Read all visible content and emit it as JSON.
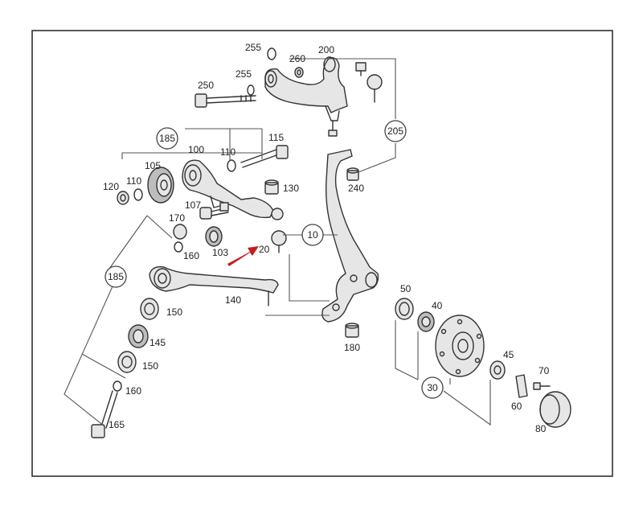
{
  "labels": [
    {
      "id": "255a",
      "text": "255"
    },
    {
      "id": "200",
      "text": "200"
    },
    {
      "id": "260",
      "text": "260"
    },
    {
      "id": "250",
      "text": "250"
    },
    {
      "id": "255b",
      "text": "255"
    },
    {
      "id": "115",
      "text": "115"
    },
    {
      "id": "100",
      "text": "100"
    },
    {
      "id": "110a",
      "text": "110"
    },
    {
      "id": "105",
      "text": "105"
    },
    {
      "id": "120",
      "text": "120"
    },
    {
      "id": "110b",
      "text": "110"
    },
    {
      "id": "130",
      "text": "130"
    },
    {
      "id": "240",
      "text": "240"
    },
    {
      "id": "107",
      "text": "107"
    },
    {
      "id": "170",
      "text": "170"
    },
    {
      "id": "160a",
      "text": "160"
    },
    {
      "id": "103",
      "text": "103"
    },
    {
      "id": "20",
      "text": "20"
    },
    {
      "id": "140",
      "text": "140"
    },
    {
      "id": "150a",
      "text": "150"
    },
    {
      "id": "145",
      "text": "145"
    },
    {
      "id": "150b",
      "text": "150"
    },
    {
      "id": "160b",
      "text": "160"
    },
    {
      "id": "165",
      "text": "165"
    },
    {
      "id": "50",
      "text": "50"
    },
    {
      "id": "40",
      "text": "40"
    },
    {
      "id": "180",
      "text": "180"
    },
    {
      "id": "45",
      "text": "45"
    },
    {
      "id": "70",
      "text": "70"
    },
    {
      "id": "60",
      "text": "60"
    },
    {
      "id": "80",
      "text": "80"
    }
  ],
  "bubbles": [
    {
      "id": "185a",
      "text": "185"
    },
    {
      "id": "205",
      "text": "205"
    },
    {
      "id": "10",
      "text": "10"
    },
    {
      "id": "185b",
      "text": "185"
    },
    {
      "id": "30",
      "text": "30"
    }
  ],
  "highlight": {
    "part": "20",
    "color": "#c41e1e"
  }
}
